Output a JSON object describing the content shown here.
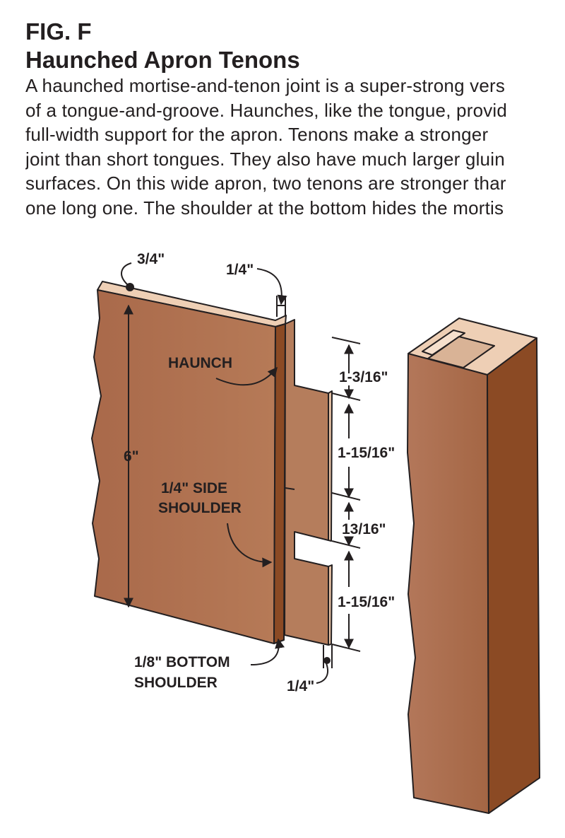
{
  "figure": {
    "label": "FIG. F",
    "title": "Haunched Apron Tenons",
    "caption_lines": [
      "A haunched mortise-and-tenon joint is a super-strong vers",
      "of a tongue-and-groove. Haunches, like the tongue, provid",
      "full-width support for the apron. Tenons make a stronger",
      "joint than short tongues. They also have much larger gluin",
      "surfaces. On this wide apron, two tenons are stronger thar",
      "one long one. The shoulder at the bottom hides the mortis"
    ]
  },
  "labels": {
    "apron_thickness": "3/4\"",
    "side_shoulder_width": "1/4\"",
    "haunch": "HAUNCH",
    "apron_height": "6\"",
    "side_shoulder_line1": "1/4\" SIDE",
    "side_shoulder_line2": "SHOULDER",
    "bottom_shoulder_line1": "1/8\" BOTTOM",
    "bottom_shoulder_line2": "SHOULDER",
    "tenon_thickness": "1/4\"",
    "dim_haunch": "1-3/16\"",
    "dim_tenon_upper": "1-15/16\"",
    "dim_gap": "13/16\"",
    "dim_tenon_lower": "1-15/16\""
  },
  "colors": {
    "wood_face": "#a86a48",
    "wood_side": "#8b4a24",
    "wood_top": "#eecfb5",
    "outline": "#231f20"
  }
}
